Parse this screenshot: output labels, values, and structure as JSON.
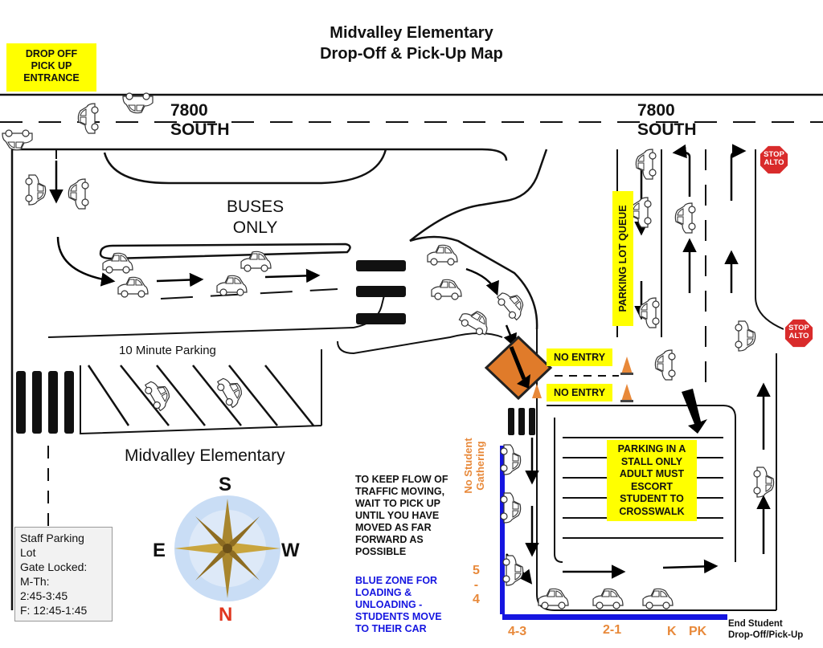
{
  "title_line1": "Midvalley Elementary",
  "title_line2": "Drop-Off & Pick-Up Map",
  "entrance": [
    "DROP OFF",
    "PICK UP",
    "ENTRANCE"
  ],
  "street_left": [
    "7800",
    "SOUTH"
  ],
  "street_right": [
    "7800",
    "SOUTH"
  ],
  "buses": [
    "BUSES",
    "ONLY"
  ],
  "ten_min_parking": "10 Minute Parking",
  "school_label": "Midvalley Elementary",
  "parking_lot_queue": "PARKING LOT QUEUE",
  "no_entry_1": "NO ENTRY",
  "no_entry_2": "NO ENTRY",
  "stall_note": [
    "PARKING IN A",
    "STALL ONLY",
    "ADULT MUST",
    "ESCORT",
    "STUDENT TO",
    "CROSSWALK"
  ],
  "no_gathering": [
    "No Student",
    "Gathering"
  ],
  "flow_note": [
    "TO KEEP FLOW OF",
    "TRAFFIC MOVING,",
    "WAIT TO PICK UP",
    "UNTIL YOU HAVE",
    "MOVED AS FAR",
    "FORWARD AS",
    "POSSIBLE"
  ],
  "blue_zone": [
    "BLUE ZONE FOR",
    "LOADING &",
    "UNLOADING -",
    "STUDENTS MOVE",
    "TO THEIR CAR"
  ],
  "compass": {
    "S": "S",
    "E": "E",
    "W": "W",
    "N": "N"
  },
  "staff_parking": [
    "Staff Parking",
    "Lot",
    "Gate Locked:",
    "M-Th:",
    "2:45-3:45",
    "F: 12:45-1:45"
  ],
  "stop_sign": [
    "STOP",
    "ALTO"
  ],
  "grade_zones": {
    "z54": [
      "5",
      "-",
      "4"
    ],
    "z43": "4-3",
    "z21": "2-1",
    "zk": "K",
    "zpk": "PK"
  },
  "end_note": [
    "End Student",
    "Drop-Off/Pick-Up"
  ],
  "colors": {
    "yellow": "#ffff00",
    "blue": "#1515e0",
    "orange": "#e8893a",
    "stop": "#d92b2b",
    "sign": "#e07b2a"
  }
}
